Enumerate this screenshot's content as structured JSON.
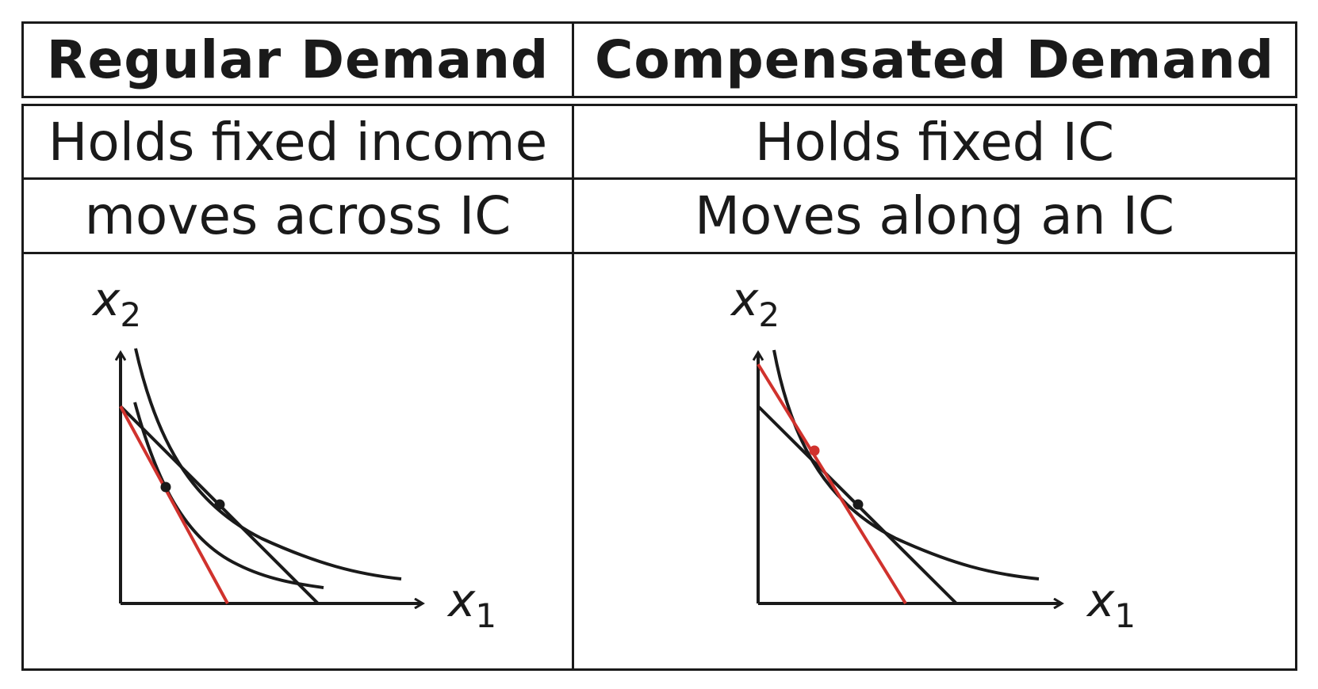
{
  "header": {
    "left": "Regular Demand",
    "right": "Compensated Demand"
  },
  "rows": [
    {
      "left": "Holds fixed income",
      "right": "Holds fixed IC"
    },
    {
      "left": "moves across IC",
      "right": "Moves along an IC"
    }
  ],
  "diagrams": {
    "left": {
      "x_axis_label": "x",
      "x_axis_sub": "1",
      "y_axis_label": "x",
      "y_axis_sub": "2"
    },
    "right": {
      "x_axis_label": "x",
      "x_axis_sub": "1",
      "y_axis_label": "x",
      "y_axis_sub": "2"
    }
  },
  "colors": {
    "line": "#1a1a1a",
    "highlight": "#d0322d"
  }
}
